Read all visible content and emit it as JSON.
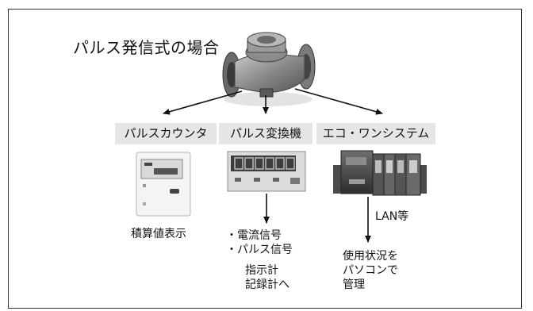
{
  "title": "パルス発信式の場合",
  "labels": {
    "pulse_counter": "パルスカウンタ",
    "pulse_converter": "パルス変換機",
    "eco_one_system": "エコ・ワンシステム"
  },
  "notes": {
    "counter_note": "積算値表示",
    "converter_bullet1": "・電流信号",
    "converter_bullet2": "・パルス信号",
    "converter_sub1": "指示計",
    "converter_sub2": "記録計へ",
    "lan_label": "LAN等",
    "eco_note1": "使用状況を",
    "eco_note2": "パソコンで",
    "eco_note3": "管理"
  }
}
